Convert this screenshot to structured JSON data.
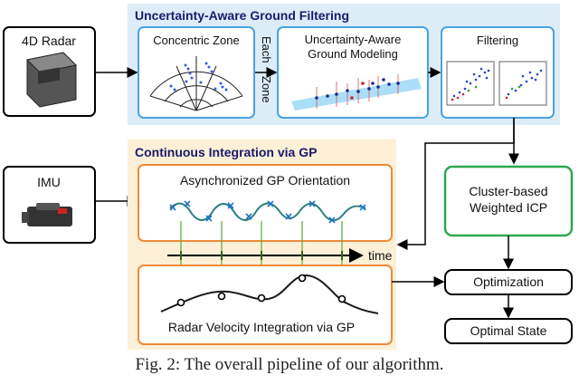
{
  "inputs": {
    "radar_label": "4D Radar",
    "imu_label": "IMU"
  },
  "ground_filtering": {
    "title": "Uncertainty-Aware Ground Filtering",
    "concentric_label": "Concentric Zone",
    "each_zone_word1": "Each",
    "each_zone_word2": "Zone",
    "modeling_line1": "Uncertainty-Aware",
    "modeling_line2": "Ground Modeling",
    "filtering_label": "Filtering"
  },
  "continuous_integration": {
    "title": "Continuous Integration via GP",
    "orientation_label": "Asynchronized GP Orientation",
    "time_label": "time",
    "velocity_label": "Radar Velocity Integration via GP"
  },
  "icp": {
    "line1": "Cluster-based",
    "line2": "Weighted ICP"
  },
  "optimization_label": "Optimization",
  "optimal_state_label": "Optimal State",
  "caption": "Fig. 2: The overall pipeline of our algorithm.",
  "colors": {
    "blue_panel": "#dcedf8",
    "orange_panel": "#fdf0d6",
    "blue_border": "#4aa3df",
    "orange_border": "#ee8a3a",
    "green_border": "#2fa84f",
    "gp_curve": "#2c7f7f",
    "gp_cross": "#1e73c8",
    "drop_line": "#55aa33"
  }
}
